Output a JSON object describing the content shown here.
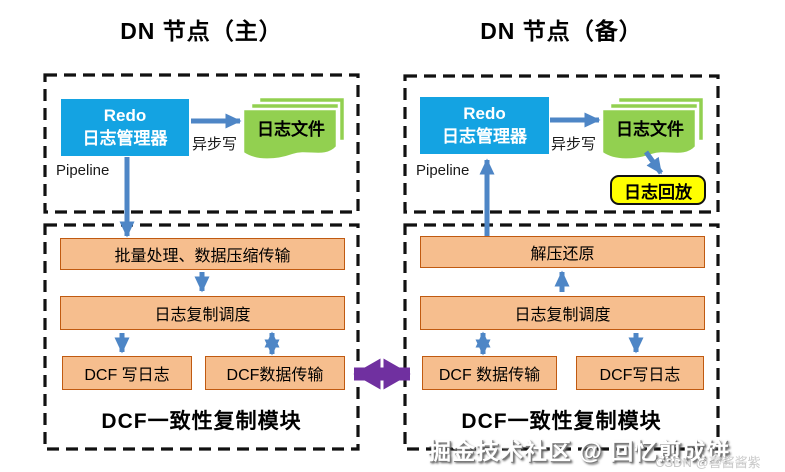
{
  "titles": {
    "primary": "DN 节点（主）",
    "standby": "DN 节点（备）"
  },
  "primary": {
    "redo_line1": "Redo",
    "redo_line2": "日志管理器",
    "async_write": "异步写",
    "log_files": "日志文件",
    "pipeline": "Pipeline",
    "batch_compress": "批量处理、数据压缩传输",
    "log_schedule": "日志复制调度",
    "dcf_write": "DCF 写日志",
    "dcf_transfer": "DCF数据传输",
    "module_label": "DCF一致性复制模块"
  },
  "standby": {
    "redo_line1": "Redo",
    "redo_line2": "日志管理器",
    "async_write": "异步写",
    "log_files": "日志文件",
    "log_replay": "日志回放",
    "pipeline": "Pipeline",
    "decompress": "解压还原",
    "log_schedule": "日志复制调度",
    "dcf_transfer": "DCF 数据传输",
    "dcf_write": "DCF写日志",
    "module_label": "DCF一致性复制模块"
  },
  "watermarks": {
    "juejin": "掘金技术社区 @ 回忆煎成饼",
    "csdn": "CSDN @喜酱酱紫"
  },
  "colors": {
    "redo_box": "#14A3E2",
    "log_file": "#92D050",
    "process_fill": "#F6BE8E",
    "process_border": "#C05A11",
    "replay_fill": "#FFFF00",
    "arrow_blue": "#4E86C6",
    "arrow_purple": "#7030A0",
    "dashed_border": "#111111"
  }
}
